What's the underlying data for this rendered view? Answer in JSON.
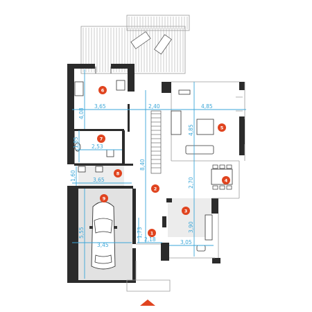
{
  "rooms": [
    {
      "id": "room-1",
      "number": "1"
    },
    {
      "id": "room-2",
      "number": "2"
    },
    {
      "id": "room-3",
      "number": "3"
    },
    {
      "id": "room-4",
      "number": "4"
    },
    {
      "id": "room-5",
      "number": "5"
    },
    {
      "id": "room-6",
      "number": "6"
    },
    {
      "id": "room-7",
      "number": "7"
    },
    {
      "id": "room-8",
      "number": "8"
    },
    {
      "id": "room-9",
      "number": "9"
    }
  ],
  "dimensions": {
    "d_365_top": "3,65",
    "d_240": "2,40",
    "d_485_h": "4,85",
    "d_408": "4,08",
    "d_485_v": "4,85",
    "d_840": "8,40",
    "d_185": "1,85",
    "d_253": "2,53",
    "d_160": "1,60",
    "d_365_mid": "3,65",
    "d_270": "2,70",
    "d_555": "5,55",
    "d_345": "3,45",
    "d_173": "1,73",
    "d_218": "2,18",
    "d_390": "3,90",
    "d_305": "3,05"
  },
  "colors": {
    "badge": "#e0441f",
    "dimension": "#3aa6d8",
    "wall": "#2b2b2b",
    "garage_floor": "#e2e2e2",
    "kitchen_floor": "#ececec",
    "entrance_arrow": "#e0441f"
  }
}
